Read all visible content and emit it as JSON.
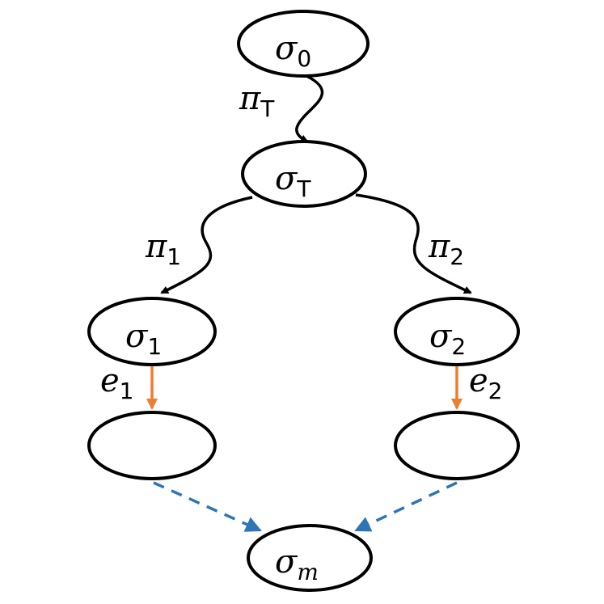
{
  "nodes": {
    "sigma0": {
      "symbol": "σ",
      "subscript": "0"
    },
    "sigmaT": {
      "symbol": "σ",
      "subscript": "T"
    },
    "sigma1": {
      "symbol": "σ",
      "subscript": "1"
    },
    "sigma2": {
      "symbol": "σ",
      "subscript": "2"
    },
    "blank1": {
      "symbol": "",
      "subscript": ""
    },
    "blank2": {
      "symbol": "",
      "subscript": ""
    },
    "sigmam": {
      "symbol": "σ",
      "subscript": "m"
    }
  },
  "edges": {
    "piT": {
      "symbol": "π",
      "subscript": "T"
    },
    "pi1": {
      "symbol": "π",
      "subscript": "1"
    },
    "pi2": {
      "symbol": "π",
      "subscript": "2"
    },
    "e1": {
      "symbol": "e",
      "subscript": "1"
    },
    "e2": {
      "symbol": "e",
      "subscript": "2"
    }
  },
  "colors": {
    "node_stroke": "#000000",
    "path_edge": "#000000",
    "event_edge": "#ED7D31",
    "merge_edge": "#2E75B6"
  }
}
